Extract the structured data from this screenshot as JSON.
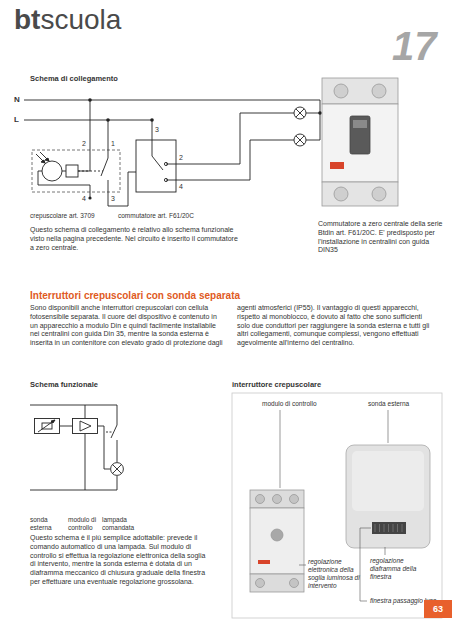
{
  "diagram": {
    "nodes": [
      {
        "text": [
          "sonda esterna"
        ]
      },
      {
        "text": [
          "modulo di controllo"
        ]
      },
      {
        "text": [
          "lampada comandata"
        ]
      },
      {
        "text": [
          "63"
        ]
      }
    ],
    "edges": [
      {
        "from": 0,
        "to": 1,
        "arrow": "none"
      },
      {
        "from": 1,
        "to": 2,
        "arrow": "none"
      }
    ],
    "labels": [
      "bt",
      "scuola",
      "17",
      "Schema di collegamento",
      "N",
      "L",
      "2",
      "1",
      "3",
      "4",
      "3",
      "2",
      "4",
      "crepuscolare art. 3709",
      "commutatore art. F61/20C",
      "Questo schema di collegamento è relativo allo schema funzionale visto nella pagina precedente. Nel circuito è inserito il commutatore a zero centrale.",
      "Commutatore a zero centrale della serie Btdin art. F61/20C. E' predisposto per l'installazione in centralini con guida DIN35",
      "Interruttori crepuscolari con sonda separata",
      "Sono disponibili anche interruttori crepuscolari con cellula fotosensibile separata. Il cuore del dispositivo è contenuto in un apparecchio a modulo Din e quindi facilmente installabile nei centralini con guida Din 35, mentre la sonda esterna è inserita in un contenitore con elevato grado di protezione dagli agenti atmosferici (IP55). Il vantaggio di questi apparecchi, rispetto ai monoblocco, è dovuto al fatto che sono sufficienti solo due conduttori per raggiungere la sonda esterna e tutti gli altri collegamenti, comunque complessi, vengono effettuati agevolmente all'interno del centralino.",
      "Schema funzionale",
      "interruttore crepuscolare",
      "Questo schema è il più semplice adottabile: prevede il comando automatico di una lampada. Sul modulo di controllo si effettua la regolazione elettronica della soglia di intervento, mentre la sonda esterna è dotata di un diaframma meccanico di chiusura graduale della finestra per effettuare una eventuale regolazione grossolana.",
      "modulo di controllo",
      "sonda esterna",
      "regolazione elettronica della soglia luminosa di intervento",
      "regolazione diaframma della finestra",
      "finestra passaggio luce"
    ]
  }
}
